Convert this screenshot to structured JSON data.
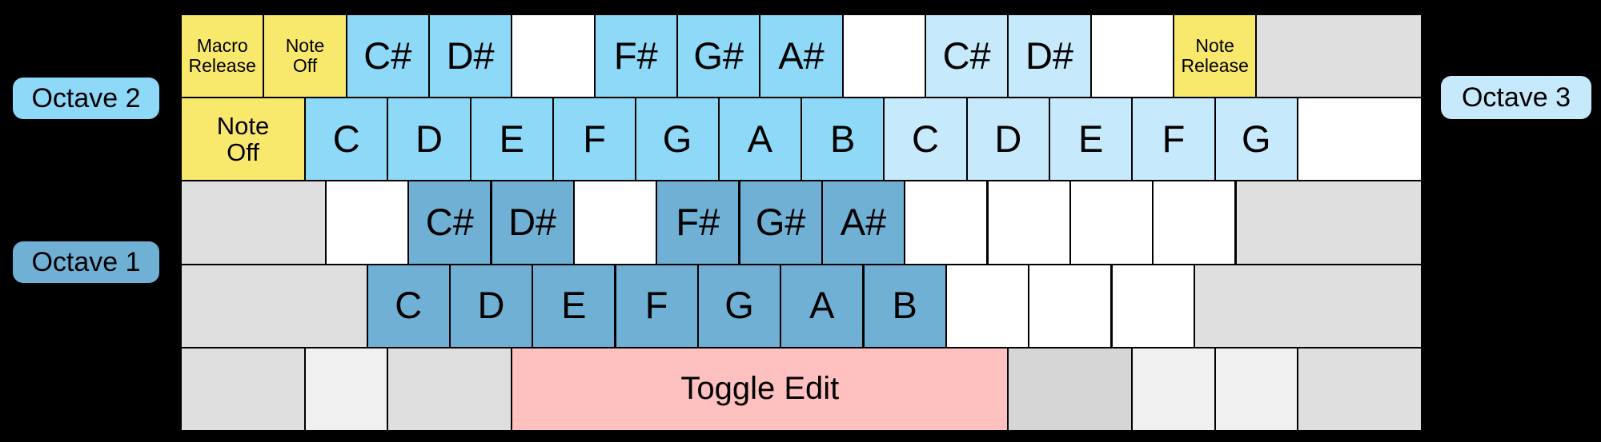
{
  "colors": {
    "background": "#000000",
    "keyline": "#000000",
    "text": "#000000",
    "special": "#F8E96D",
    "octave1": "#6FB0D4",
    "octave2": "#8DD9F7",
    "octave3": "#C6EAFB",
    "edit": "#FFC0C0",
    "gray": "#DFDFDF",
    "grayMid": "#D6D6D6",
    "grayLight": "#F0F0F0",
    "white": "#FFFFFF"
  },
  "diagram": {
    "octave_labels": [
      {
        "id": "octave2",
        "text": "Octave 2",
        "side": "left",
        "color": "octave2"
      },
      {
        "id": "octave1",
        "text": "Octave 1",
        "side": "left",
        "color": "octave1"
      },
      {
        "id": "octave3",
        "text": "Octave 3",
        "side": "right",
        "color": "octave3"
      }
    ]
  },
  "keyboard": {
    "units_per_row": 15,
    "rows": [
      {
        "name": "number-row",
        "keys": [
          {
            "name": "key-macro-release",
            "lines": [
              "Macro",
              "Release"
            ],
            "u": 1,
            "color": "special",
            "size": "xs"
          },
          {
            "name": "key-note-off",
            "lines": [
              "Note",
              "Off"
            ],
            "u": 1,
            "color": "special",
            "size": "xs"
          },
          {
            "name": "key-note-c-sharp",
            "lines": [
              "C#"
            ],
            "u": 1,
            "color": "octave2",
            "size": "note"
          },
          {
            "name": "key-note-d-sharp",
            "lines": [
              "D#"
            ],
            "u": 1,
            "color": "octave2",
            "size": "note"
          },
          {
            "name": "key-unmapped",
            "lines": [],
            "u": 1,
            "color": "white"
          },
          {
            "name": "key-note-f-sharp",
            "lines": [
              "F#"
            ],
            "u": 1,
            "color": "octave2",
            "size": "note"
          },
          {
            "name": "key-note-g-sharp",
            "lines": [
              "G#"
            ],
            "u": 1,
            "color": "octave2",
            "size": "note"
          },
          {
            "name": "key-note-a-sharp",
            "lines": [
              "A#"
            ],
            "u": 1,
            "color": "octave2",
            "size": "note"
          },
          {
            "name": "key-unmapped",
            "lines": [],
            "u": 1,
            "color": "white"
          },
          {
            "name": "key-note-c-sharp",
            "lines": [
              "C#"
            ],
            "u": 1,
            "color": "octave3",
            "size": "note"
          },
          {
            "name": "key-note-d-sharp",
            "lines": [
              "D#"
            ],
            "u": 1,
            "color": "octave3",
            "size": "note"
          },
          {
            "name": "key-unmapped",
            "lines": [],
            "u": 1,
            "color": "white"
          },
          {
            "name": "key-note-release",
            "lines": [
              "Note",
              "Release"
            ],
            "u": 1,
            "color": "special",
            "size": "xs"
          },
          {
            "name": "key-unused",
            "lines": [],
            "u": 2,
            "color": "gray"
          }
        ]
      },
      {
        "name": "qwerty-row",
        "keys": [
          {
            "name": "key-note-off-wide",
            "lines": [
              "Note",
              "Off"
            ],
            "u": 1.5,
            "color": "special",
            "size": "sm"
          },
          {
            "name": "key-note-c",
            "lines": [
              "C"
            ],
            "u": 1,
            "color": "octave2",
            "size": "note"
          },
          {
            "name": "key-note-d",
            "lines": [
              "D"
            ],
            "u": 1,
            "color": "octave2",
            "size": "note"
          },
          {
            "name": "key-note-e",
            "lines": [
              "E"
            ],
            "u": 1,
            "color": "octave2",
            "size": "note"
          },
          {
            "name": "key-note-f",
            "lines": [
              "F"
            ],
            "u": 1,
            "color": "octave2",
            "size": "note"
          },
          {
            "name": "key-note-g",
            "lines": [
              "G"
            ],
            "u": 1,
            "color": "octave2",
            "size": "note"
          },
          {
            "name": "key-note-a",
            "lines": [
              "A"
            ],
            "u": 1,
            "color": "octave2",
            "size": "note"
          },
          {
            "name": "key-note-b",
            "lines": [
              "B"
            ],
            "u": 1,
            "color": "octave2",
            "size": "note"
          },
          {
            "name": "key-note-c",
            "lines": [
              "C"
            ],
            "u": 1,
            "color": "octave3",
            "size": "note"
          },
          {
            "name": "key-note-d",
            "lines": [
              "D"
            ],
            "u": 1,
            "color": "octave3",
            "size": "note"
          },
          {
            "name": "key-note-e",
            "lines": [
              "E"
            ],
            "u": 1,
            "color": "octave3",
            "size": "note"
          },
          {
            "name": "key-note-f",
            "lines": [
              "F"
            ],
            "u": 1,
            "color": "octave3",
            "size": "note"
          },
          {
            "name": "key-note-g",
            "lines": [
              "G"
            ],
            "u": 1,
            "color": "octave3",
            "size": "note"
          },
          {
            "name": "key-unmapped",
            "lines": [],
            "u": 1.5,
            "color": "white"
          }
        ]
      },
      {
        "name": "home-row",
        "keys": [
          {
            "name": "key-unused",
            "lines": [],
            "u": 1.75,
            "color": "gray"
          },
          {
            "name": "key-unmapped",
            "lines": [],
            "u": 1,
            "color": "white"
          },
          {
            "name": "key-note-c-sharp",
            "lines": [
              "C#"
            ],
            "u": 1,
            "color": "octave1",
            "size": "note"
          },
          {
            "name": "key-note-d-sharp",
            "lines": [
              "D#"
            ],
            "u": 1,
            "color": "octave1",
            "size": "note"
          },
          {
            "name": "key-unmapped",
            "lines": [],
            "u": 1,
            "color": "white"
          },
          {
            "name": "key-note-f-sharp",
            "lines": [
              "F#"
            ],
            "u": 1,
            "color": "octave1",
            "size": "note"
          },
          {
            "name": "key-note-g-sharp",
            "lines": [
              "G#"
            ],
            "u": 1,
            "color": "octave1",
            "size": "note"
          },
          {
            "name": "key-note-a-sharp",
            "lines": [
              "A#"
            ],
            "u": 1,
            "color": "octave1",
            "size": "note"
          },
          {
            "name": "key-unmapped",
            "lines": [],
            "u": 1,
            "color": "white"
          },
          {
            "name": "key-unmapped",
            "lines": [],
            "u": 1,
            "color": "white"
          },
          {
            "name": "key-unmapped",
            "lines": [],
            "u": 1,
            "color": "white"
          },
          {
            "name": "key-unmapped",
            "lines": [],
            "u": 1,
            "color": "white"
          },
          {
            "name": "key-unused",
            "lines": [],
            "u": 2.25,
            "color": "gray"
          }
        ]
      },
      {
        "name": "bottom-letter-row",
        "keys": [
          {
            "name": "key-unused",
            "lines": [],
            "u": 2.25,
            "color": "gray"
          },
          {
            "name": "key-note-c",
            "lines": [
              "C"
            ],
            "u": 1,
            "color": "octave1",
            "size": "note"
          },
          {
            "name": "key-note-d",
            "lines": [
              "D"
            ],
            "u": 1,
            "color": "octave1",
            "size": "note"
          },
          {
            "name": "key-note-e",
            "lines": [
              "E"
            ],
            "u": 1,
            "color": "octave1",
            "size": "note"
          },
          {
            "name": "key-note-f",
            "lines": [
              "F"
            ],
            "u": 1,
            "color": "octave1",
            "size": "note"
          },
          {
            "name": "key-note-g",
            "lines": [
              "G"
            ],
            "u": 1,
            "color": "octave1",
            "size": "note"
          },
          {
            "name": "key-note-a",
            "lines": [
              "A"
            ],
            "u": 1,
            "color": "octave1",
            "size": "note"
          },
          {
            "name": "key-note-b",
            "lines": [
              "B"
            ],
            "u": 1,
            "color": "octave1",
            "size": "note"
          },
          {
            "name": "key-unmapped",
            "lines": [],
            "u": 1,
            "color": "white"
          },
          {
            "name": "key-unmapped",
            "lines": [],
            "u": 1,
            "color": "white"
          },
          {
            "name": "key-unmapped",
            "lines": [],
            "u": 1,
            "color": "white"
          },
          {
            "name": "key-unused",
            "lines": [],
            "u": 2.75,
            "color": "gray"
          }
        ]
      },
      {
        "name": "space-row",
        "keys": [
          {
            "name": "key-unused",
            "lines": [],
            "u": 1.5,
            "color": "gray"
          },
          {
            "name": "key-unused",
            "lines": [],
            "u": 1,
            "color": "grayLight"
          },
          {
            "name": "key-unused",
            "lines": [],
            "u": 1.5,
            "color": "gray"
          },
          {
            "name": "key-toggle-edit",
            "lines": [
              "Toggle Edit"
            ],
            "u": 6,
            "color": "edit",
            "size": "lg"
          },
          {
            "name": "key-unused",
            "lines": [],
            "u": 1.5,
            "color": "grayMid"
          },
          {
            "name": "key-unused",
            "lines": [],
            "u": 1,
            "color": "grayLight"
          },
          {
            "name": "key-unused",
            "lines": [],
            "u": 1,
            "color": "grayLight"
          },
          {
            "name": "key-unused",
            "lines": [],
            "u": 1.5,
            "color": "gray"
          }
        ]
      }
    ]
  }
}
